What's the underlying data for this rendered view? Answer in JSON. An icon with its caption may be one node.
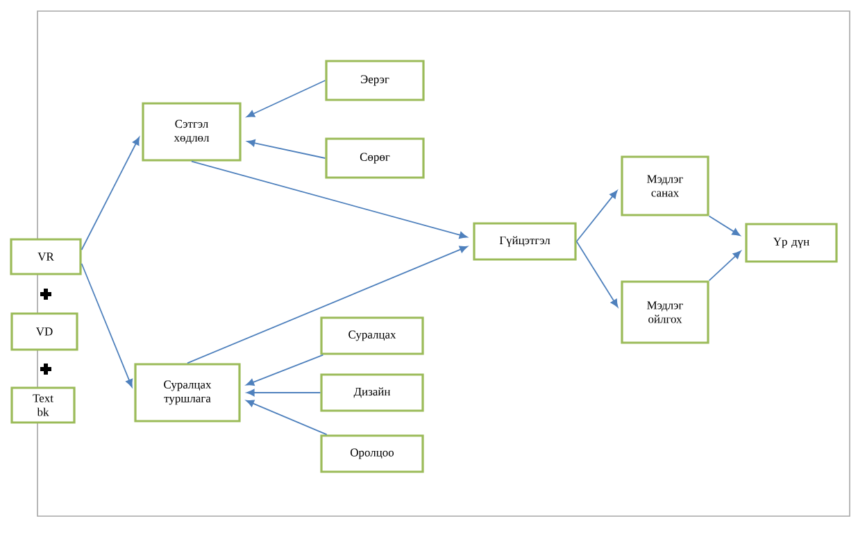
{
  "diagram": {
    "nodes": [
      {
        "text": [
          "Сэтгэл хөдлөл"
        ]
      },
      {
        "text": [
          "Эерэг"
        ]
      },
      {
        "text": [
          "Сөрөг"
        ]
      },
      {
        "text": [
          "VR"
        ]
      },
      {
        "text": [
          "VD"
        ]
      },
      {
        "text": [
          "Text bk"
        ]
      },
      {
        "text": [
          "Суралцах туршлага"
        ]
      },
      {
        "text": [
          "Суралцах"
        ]
      },
      {
        "text": [
          "Дизайн"
        ]
      },
      {
        "text": [
          "Оролцоо"
        ]
      },
      {
        "text": [
          "Гүйцэтгэл"
        ]
      },
      {
        "text": [
          "Мэдлэг санах"
        ]
      },
      {
        "text": [
          "Мэдлэг ойлгох"
        ]
      },
      {
        "text": [
          "Үр дүн"
        ]
      }
    ],
    "edges": [
      {
        "from": 3,
        "to": 0,
        "arrow": "to"
      },
      {
        "from": 3,
        "to": 6,
        "arrow": "to"
      },
      {
        "from": 1,
        "to": 0,
        "arrow": "to"
      },
      {
        "from": 2,
        "to": 0,
        "arrow": "to"
      },
      {
        "from": 0,
        "to": 10,
        "arrow": "to"
      },
      {
        "from": 6,
        "to": 10,
        "arrow": "to"
      },
      {
        "from": 7,
        "to": 6,
        "arrow": "to"
      },
      {
        "from": 8,
        "to": 6,
        "arrow": "to"
      },
      {
        "from": 9,
        "to": 6,
        "arrow": "to"
      },
      {
        "from": 10,
        "to": 11,
        "arrow": "to"
      },
      {
        "from": 10,
        "to": 12,
        "arrow": "to"
      },
      {
        "from": 11,
        "to": 13,
        "arrow": "to"
      },
      {
        "from": 12,
        "to": 13,
        "arrow": "to"
      }
    ]
  }
}
